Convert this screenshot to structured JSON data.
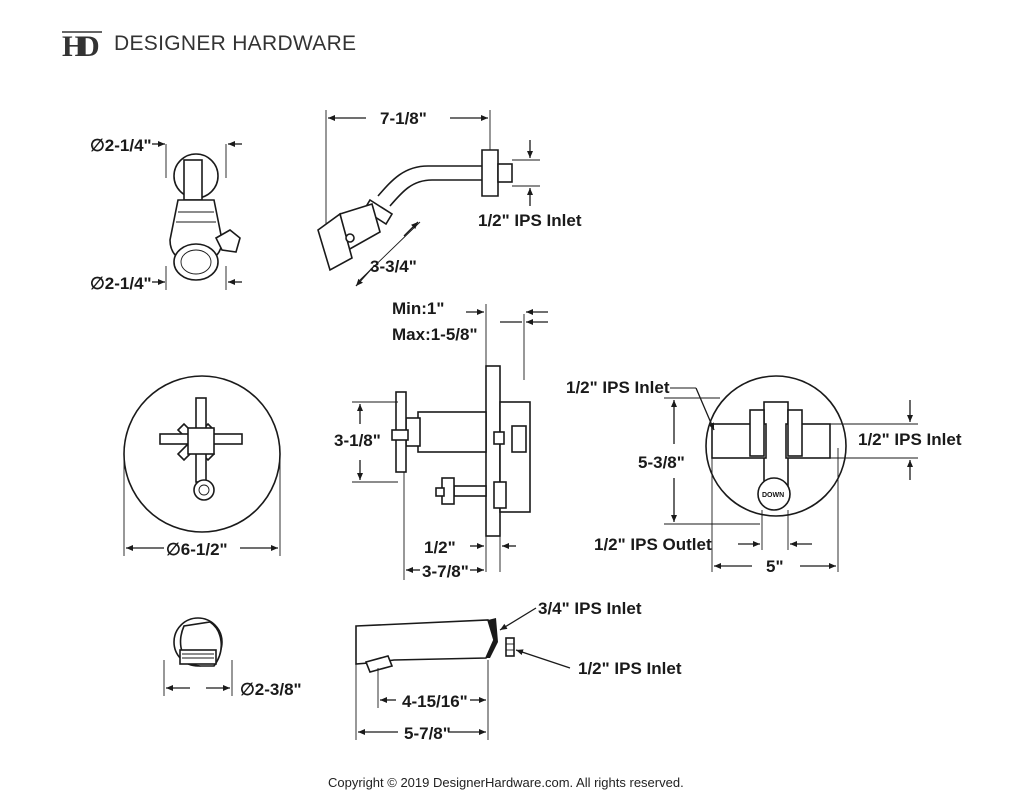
{
  "brand": {
    "name": "DESIGNER HARDWARE",
    "logo_letters": "HD"
  },
  "showerhead_front": {
    "top_dim": "2-1/4\"",
    "bottom_dim": "2-1/4\""
  },
  "shower_arm": {
    "length": "7-1/8\"",
    "inlet": "1/2\" IPS Inlet",
    "head_height": "3-3/4\""
  },
  "wall_depth": {
    "min": "Min:1\"",
    "max": "Max:1-5/8\""
  },
  "escutcheon_front": {
    "diameter": "6-1/2\""
  },
  "valve_side": {
    "height": "3-1/8\"",
    "offset": "1/2\"",
    "depth": "3-7/8\""
  },
  "valve_back": {
    "inlet_left": "1/2\" IPS Inlet",
    "inlet_right": "1/2\" IPS Inlet",
    "height": "5-3/8\"",
    "outlet": "1/2\" IPS Outlet",
    "width": "5\"",
    "down_label": "DOWN"
  },
  "spout_front": {
    "diameter": "2-3/8\""
  },
  "tub_spout": {
    "inlet_top": "3/4\" IPS Inlet",
    "inlet_bottom": "1/2\" IPS Inlet",
    "inner_length": "4-15/16\"",
    "length": "5-7/8\""
  },
  "footer": {
    "copyright": "Copyright © 2019 DesignerHardware.com. All rights reserved."
  }
}
